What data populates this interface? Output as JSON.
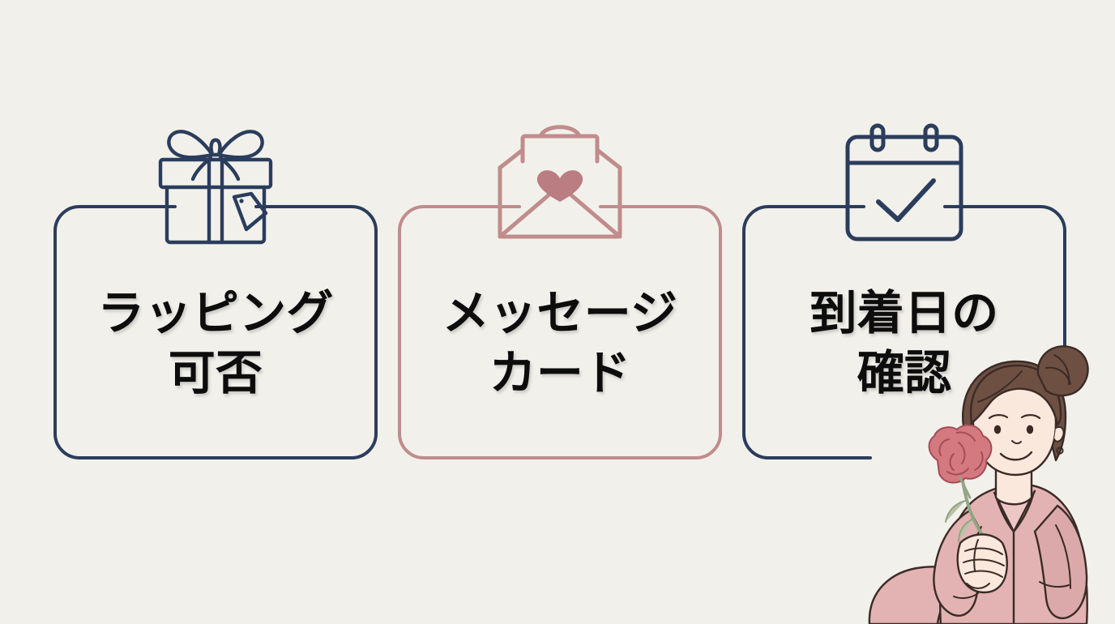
{
  "page": {
    "background_color": "#f2f0eb",
    "text_color": "#0d0d0d"
  },
  "theme": {
    "navy": "#2b3d5c",
    "rose": "#c08c8c",
    "skin": "#fbe8dd",
    "hair": "#6e5043",
    "clothing": "#e3b3b3",
    "clothing_shade": "#d39f9f",
    "flower": "#d4797f",
    "flower_dark": "#bd5f67",
    "stem": "#93a585",
    "outline": "#3a2b26"
  },
  "cards": [
    {
      "id": "wrapping",
      "label": "ラッピング\n可否",
      "label_lines": [
        "ラッピング",
        "可否"
      ],
      "icon": "gift-box-icon",
      "accent_color": "#2b3d5c"
    },
    {
      "id": "message",
      "label": "メッセージ\nカード",
      "label_lines": [
        "メッセージ",
        "カード"
      ],
      "icon": "envelope-heart-icon",
      "accent_color": "#c08c8c"
    },
    {
      "id": "arrival",
      "label": "到着日の\n確認",
      "label_lines": [
        "到着日の",
        "確認"
      ],
      "icon": "calendar-check-icon",
      "accent_color": "#2b3d5c"
    }
  ],
  "illustration": {
    "name": "woman-holding-carnation",
    "description": "座ってカーネーションを持つ女性"
  }
}
